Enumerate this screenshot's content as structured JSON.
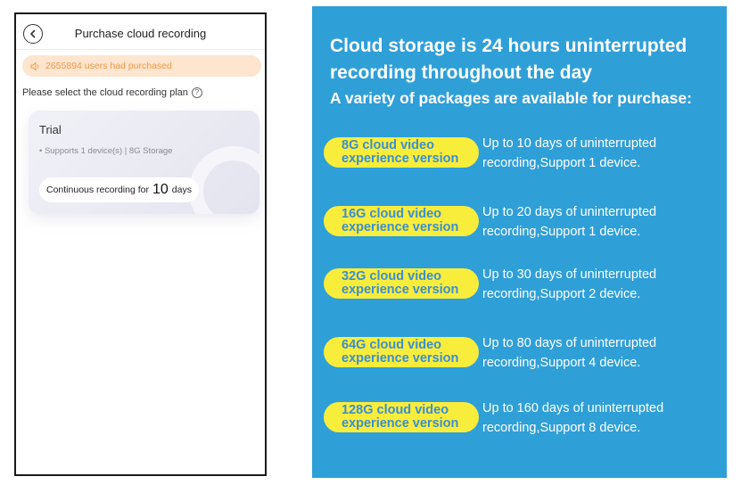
{
  "app": {
    "title": "Purchase cloud recording",
    "notice": "2655894 users had purchased",
    "prompt": "Please select the cloud recording plan",
    "help_symbol": "?",
    "plan": {
      "name": "Trial",
      "specs": "Supports 1 device(s) | 8G Storage",
      "duration_prefix": "Continuous recording for",
      "duration_value": "10",
      "duration_unit": "days"
    }
  },
  "promo": {
    "headline": "Cloud storage is 24 hours uninterrupted recording throughout the day",
    "subheadline": "A variety of packages are available for purchase:",
    "packages": [
      {
        "title_line1": "8G cloud video",
        "title_line2": "experience version",
        "desc_line1": "Up to 10 days of uninterrupted",
        "desc_line2": "recording,Support 1 device."
      },
      {
        "title_line1": "16G cloud video",
        "title_line2": "experience version",
        "desc_line1": "Up to 20 days of uninterrupted",
        "desc_line2": "recording,Support 1 device."
      },
      {
        "title_line1": "32G cloud video",
        "title_line2": "experience version",
        "desc_line1": "Up to 30 days of uninterrupted",
        "desc_line2": "recording,Support 2 device."
      },
      {
        "title_line1": "64G cloud video",
        "title_line2": "experience version",
        "desc_line1": "Up to 80 days of uninterrupted",
        "desc_line2": "recording,Support 4 device."
      },
      {
        "title_line1": "128G cloud video",
        "title_line2": "experience version",
        "desc_line1": "Up to 160 days of uninterrupted",
        "desc_line2": "recording,Support 8 device."
      }
    ]
  },
  "icons": {
    "back": "back-arrow-icon",
    "speaker": "speaker-icon",
    "help": "help-icon"
  },
  "colors": {
    "promo_background": "#2f9fd8",
    "badge_background": "#f9ed3c",
    "badge_text": "#3a8fd0",
    "notice_background": "#fde5cf",
    "notice_text": "#ef9a45"
  }
}
